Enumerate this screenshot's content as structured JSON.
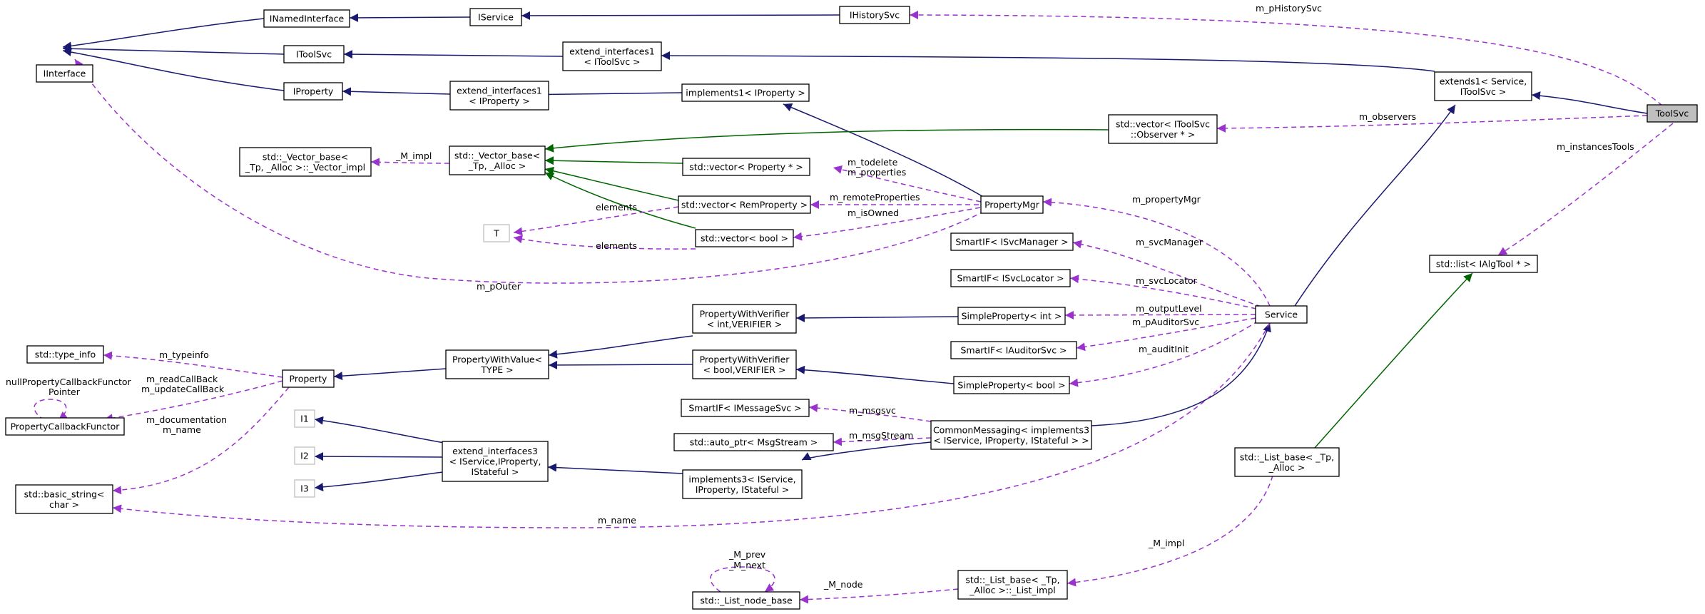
{
  "colors": {
    "inheritance": "#191970",
    "template_instance": "#006400",
    "usage": "#9a32cd",
    "focus_fill": "#bfbfbf"
  },
  "nodes": {
    "ToolSvc": [
      "ToolSvc"
    ],
    "IInterface": [
      "IInterface"
    ],
    "INamedInterface": [
      "INamedInterface"
    ],
    "IService": [
      "IService"
    ],
    "IHistorySvc": [
      "IHistorySvc"
    ],
    "IToolSvc": [
      "IToolSvc"
    ],
    "IProperty": [
      "IProperty"
    ],
    "extIToolSvc": [
      "extend_interfaces1",
      "< IToolSvc >"
    ],
    "extIProperty": [
      "extend_interfaces1",
      "< IProperty >"
    ],
    "implIProperty": [
      "implements1< IProperty >"
    ],
    "extends1": [
      "extends1< Service,",
      "IToolSvc >"
    ],
    "vecObserver": [
      "std::vector< IToolSvc",
      "::Observer * >"
    ],
    "vectorImpl": [
      "std::_Vector_base<",
      "_Tp, _Alloc >::_Vector_impl"
    ],
    "vectorBase": [
      "std::_Vector_base<",
      "_Tp, _Alloc >"
    ],
    "vecProperty": [
      "std::vector< Property * >"
    ],
    "vecRemProperty": [
      "std::vector< RemProperty >"
    ],
    "vecBool": [
      "std::vector< bool >"
    ],
    "T": [
      "T"
    ],
    "PropertyMgr": [
      "PropertyMgr"
    ],
    "SmartIFSvcManager": [
      "SmartIF< ISvcManager >"
    ],
    "SmartIFSvcLocator": [
      "SmartIF< ISvcLocator >"
    ],
    "listAlgTool": [
      "std::list< IAlgTool * >"
    ],
    "Service": [
      "Service"
    ],
    "typeInfo": [
      "std::type_info"
    ],
    "Property": [
      "Property"
    ],
    "PropertyCallbackFunctor": [
      "PropertyCallbackFunctor"
    ],
    "PropertyWithValue": [
      "PropertyWithValue<",
      "TYPE >"
    ],
    "PWVInt": [
      "PropertyWithVerifier",
      "< int,VERIFIER >"
    ],
    "PWVBool": [
      "PropertyWithVerifier",
      "< bool,VERIFIER >"
    ],
    "SimpleInt": [
      "SimpleProperty< int >"
    ],
    "SmartIFAuditor": [
      "SmartIF< IAuditorSvc >"
    ],
    "SimpleBool": [
      "SimpleProperty< bool >"
    ],
    "SmartIFMessage": [
      "SmartIF< IMessageSvc >"
    ],
    "autoPtr": [
      "std::auto_ptr< MsgStream >"
    ],
    "CommonMessaging": [
      "CommonMessaging< implements3",
      "< IService, IProperty, IStateful > >"
    ],
    "I1": [
      "I1"
    ],
    "I2": [
      "I2"
    ],
    "I3": [
      "I3"
    ],
    "ext3": [
      "extend_interfaces3",
      "< IService,IProperty,",
      "IStateful >"
    ],
    "impl3": [
      "implements3< IService,",
      "IProperty, IStateful >"
    ],
    "basicString": [
      "std::basic_string<",
      "char >"
    ],
    "listBase": [
      "std::_List_base< _Tp,",
      "_Alloc >"
    ],
    "listNodeBase": [
      "std::_List_node_base"
    ],
    "listImpl": [
      "std::_List_base< _Tp,",
      "_Alloc >::_List_impl"
    ]
  },
  "edge_labels": {
    "m_pHistorySvc": "m_pHistorySvc",
    "m_observers": "m_observers",
    "m_instancesTools": "m_instancesTools",
    "M_impl": "_M_impl",
    "m_todelete": "m_todelete",
    "m_properties": "m_properties",
    "m_remoteProperties": "m_remoteProperties",
    "m_isOwned": "m_isOwned",
    "elements1": "elements",
    "elements2": "elements",
    "m_pOuter": "m_pOuter",
    "m_propertyMgr": "m_propertyMgr",
    "m_svcManager": "m_svcManager",
    "m_svcLocator": "m_svcLocator",
    "m_outputLevel": "m_outputLevel",
    "m_pAuditorSvc": "m_pAuditorSvc",
    "m_auditInit": "m_auditInit",
    "m_typeinfo": "m_typeinfo",
    "nullPropCb1": "nullPropertyCallbackFunctor",
    "nullPropCb2": "Pointer",
    "m_readCallBack": "m_readCallBack",
    "m_updateCallBack": "m_updateCallBack",
    "m_documentation": "m_documentation",
    "m_name_prop": "m_name",
    "m_msgsvc": "m_msgsvc",
    "m_msgStream": "m_msgStream",
    "m_name_svc": "m_name",
    "M_impl_list": "_M_impl",
    "M_prev": "_M_prev",
    "M_next": "_M_next",
    "M_node": "_M_node"
  }
}
